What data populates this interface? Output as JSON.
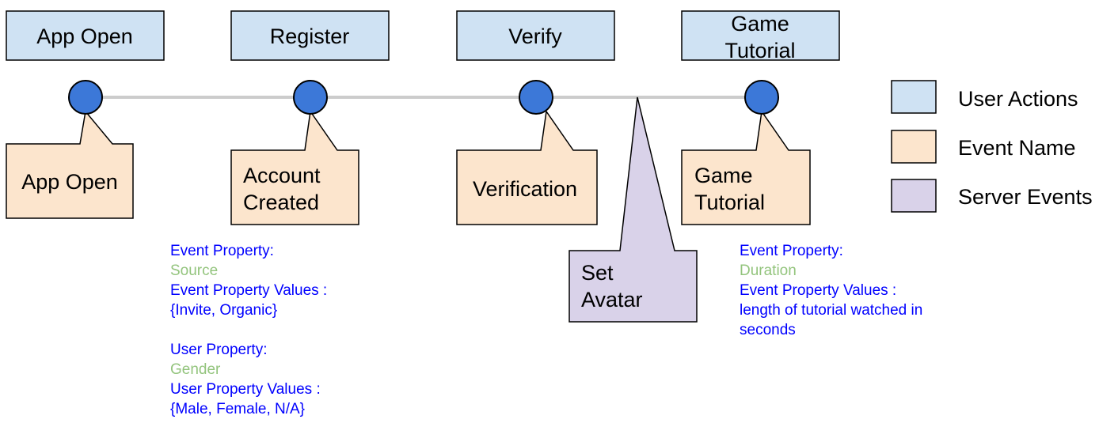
{
  "colors": {
    "user_action_fill": "#cfe2f3",
    "event_name_fill": "#fce5cd",
    "server_event_fill": "#d9d2e9",
    "node_fill": "#3c78d8",
    "timeline": "#cccccc",
    "property_label": "#0000ff",
    "property_value": "#93c47d",
    "stroke": "#000000"
  },
  "user_actions": [
    {
      "label": "App Open"
    },
    {
      "label": "Register"
    },
    {
      "label": "Verify"
    },
    {
      "label_lines": [
        "Game",
        "Tutorial"
      ]
    }
  ],
  "event_names": [
    {
      "lines": [
        "App Open"
      ]
    },
    {
      "lines": [
        "Account",
        "Created"
      ]
    },
    {
      "lines": [
        "Verification"
      ]
    },
    {
      "lines": [
        "Game",
        "Tutorial"
      ]
    }
  ],
  "server_events": [
    {
      "lines": [
        "Set",
        "Avatar"
      ]
    }
  ],
  "properties": {
    "register": [
      {
        "text": "Event Property:",
        "kind": "label"
      },
      {
        "text": "Source",
        "kind": "value"
      },
      {
        "text": "Event Property Values :",
        "kind": "label"
      },
      {
        "text": "{Invite, Organic}",
        "kind": "label"
      },
      {
        "text": "",
        "kind": "label"
      },
      {
        "text": "User Property:",
        "kind": "label"
      },
      {
        "text": "Gender",
        "kind": "value"
      },
      {
        "text": "User Property Values :",
        "kind": "label"
      },
      {
        "text": "{Male, Female, N/A}",
        "kind": "label"
      }
    ],
    "tutorial": [
      {
        "text": "Event Property:",
        "kind": "label"
      },
      {
        "text": "Duration",
        "kind": "value"
      },
      {
        "text": "Event Property Values :",
        "kind": "label"
      },
      {
        "text": "length of tutorial watched in",
        "kind": "label"
      },
      {
        "text": "seconds",
        "kind": "label"
      }
    ]
  },
  "legend": [
    {
      "label": "User Actions",
      "kind": "user_action"
    },
    {
      "label": "Event Name",
      "kind": "event_name"
    },
    {
      "label": "Server Events",
      "kind": "server_event"
    }
  ]
}
